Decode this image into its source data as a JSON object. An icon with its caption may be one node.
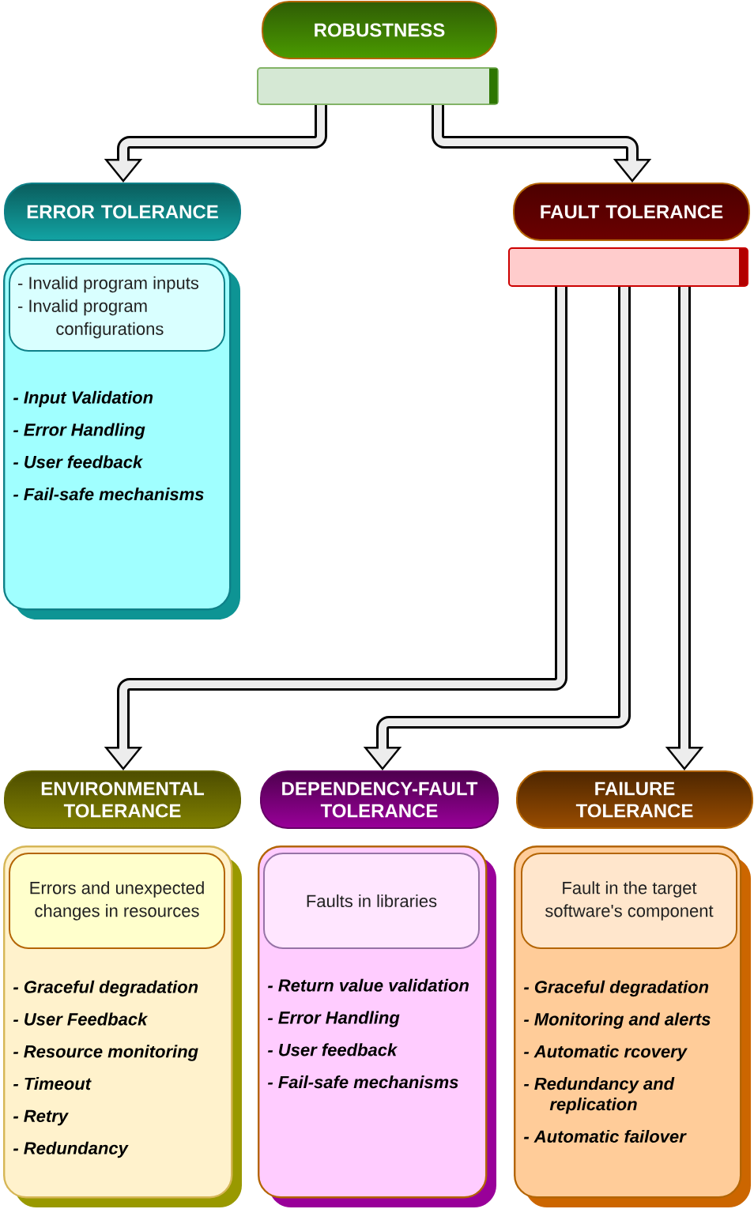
{
  "diagram": {
    "nodes": [
      {
        "text": [
          "ROBUSTNESS"
        ]
      },
      {
        "text": [],
        "shape": "bar"
      },
      {
        "text": [
          "ERROR TOLERANCE"
        ]
      },
      {
        "text": [
          "FAULT TOLERANCE"
        ]
      },
      {
        "text": [],
        "shape": "bar"
      },
      {
        "text": [
          "- Input Validation",
          "- Error Handling",
          "- User feedback",
          "- Fail-safe mechanisms"
        ]
      },
      {
        "text": [
          "- Invalid program inputs",
          "- Invalid program configurations"
        ],
        "in": 5
      },
      {
        "text": [
          "ENVIRONMENTAL TOLERANCE"
        ]
      },
      {
        "text": [
          "DEPENDENCY-FAULT TOLERANCE"
        ]
      },
      {
        "text": [
          "FAILURE TOLERANCE"
        ]
      },
      {
        "text": [
          "- Graceful degradation",
          "- User Feedback",
          "- Resource monitoring",
          "- Timeout",
          "- Retry",
          "- Redundancy"
        ]
      },
      {
        "text": [
          "Errors and unexpected changes in resources"
        ],
        "in": 10
      },
      {
        "text": [
          "- Return value validation",
          "- Error Handling",
          "- User feedback",
          "- Fail-safe mechanisms"
        ]
      },
      {
        "text": [
          "Faults in libraries"
        ],
        "in": 12
      },
      {
        "text": [
          "- Graceful degradation",
          "- Monitoring and alerts",
          "- Automatic rcovery",
          "- Redundancy and replication",
          "- Automatic failover"
        ]
      },
      {
        "text": [
          "Fault in the target software's component"
        ],
        "in": 14
      }
    ],
    "edges": [
      {
        "from": 1,
        "to": 2,
        "arrow": "to"
      },
      {
        "from": 1,
        "to": 3,
        "arrow": "to"
      },
      {
        "from": 4,
        "to": 7,
        "arrow": "to"
      },
      {
        "from": 4,
        "to": 8,
        "arrow": "to"
      },
      {
        "from": 4,
        "to": 9,
        "arrow": "to"
      }
    ]
  }
}
